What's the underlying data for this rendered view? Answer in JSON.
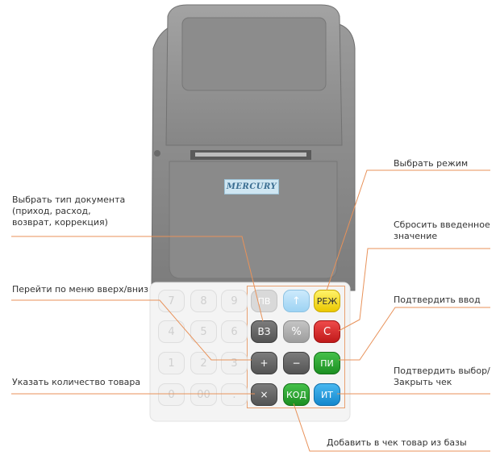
{
  "device": {
    "logo_text": "MERCURY",
    "keys": [
      {
        "id": "k7",
        "label": "7",
        "style": "faded"
      },
      {
        "id": "k8",
        "label": "8",
        "style": "faded"
      },
      {
        "id": "k9",
        "label": "9",
        "style": "faded"
      },
      {
        "id": "kpv",
        "label": "ПВ",
        "style": "fadedgrey"
      },
      {
        "id": "kup",
        "label": "↑",
        "style": "lightblue"
      },
      {
        "id": "krezh",
        "label": "РЕЖ",
        "style": "yellow"
      },
      {
        "id": "k4",
        "label": "4",
        "style": "faded"
      },
      {
        "id": "k5",
        "label": "5",
        "style": "faded"
      },
      {
        "id": "k6",
        "label": "6",
        "style": "faded"
      },
      {
        "id": "kvz",
        "label": "ВЗ",
        "style": "dark"
      },
      {
        "id": "kpct",
        "label": "%",
        "style": "grey"
      },
      {
        "id": "kc",
        "label": "С",
        "style": "red"
      },
      {
        "id": "k1",
        "label": "1",
        "style": "faded"
      },
      {
        "id": "k2",
        "label": "2",
        "style": "faded"
      },
      {
        "id": "k3",
        "label": "3",
        "style": "faded"
      },
      {
        "id": "kplus",
        "label": "+",
        "style": "dark"
      },
      {
        "id": "kminus",
        "label": "−",
        "style": "dark"
      },
      {
        "id": "kpi",
        "label": "ПИ",
        "style": "green"
      },
      {
        "id": "k0",
        "label": "0",
        "style": "faded"
      },
      {
        "id": "k00",
        "label": "00",
        "style": "faded"
      },
      {
        "id": "kdot",
        "label": ".",
        "style": "faded"
      },
      {
        "id": "kmul",
        "label": "×",
        "style": "dark"
      },
      {
        "id": "kkod",
        "label": "КОД",
        "style": "green"
      },
      {
        "id": "kit",
        "label": "ИТ",
        "style": "blue"
      }
    ]
  },
  "callouts": {
    "select_mode": "Выбрать режим",
    "doc_type_1": "Выбрать тип документа",
    "doc_type_2": "(приход, расход,",
    "doc_type_3": "возврат, коррекция)",
    "reset_1": "Сбросить введенное",
    "reset_2": "значение",
    "menu_nav": "Перейти по меню вверх/вниз",
    "confirm_input": "Подтвердить ввод",
    "confirm_choice_1": "Подтвердить выбор/",
    "confirm_choice_2": "Закрыть чек",
    "quantity": "Указать количество товара",
    "add_from_db": "Добавить в чек товар из базы"
  },
  "colors": {
    "leader_line": "#e8925a",
    "device_body": "#8f8f8f",
    "keypad_bg": "#f4f4f4"
  }
}
